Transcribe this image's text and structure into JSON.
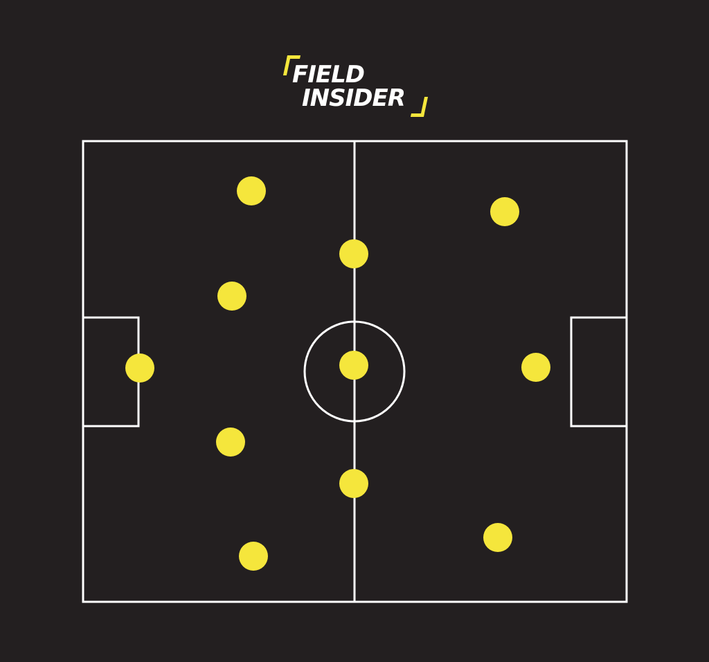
{
  "logo": {
    "line1": "FIELD",
    "line2": "INSIDER"
  },
  "colors": {
    "background": "#231f20",
    "pitch_lines": "#ffffff",
    "player_marker": "#f5e63c",
    "logo_accent": "#f5e63c"
  },
  "players": [
    {
      "id": "left-goalkeeper"
    },
    {
      "id": "left-defender-1"
    },
    {
      "id": "left-defender-2"
    },
    {
      "id": "left-defender-3"
    },
    {
      "id": "left-defender-4"
    },
    {
      "id": "center-forward-top"
    },
    {
      "id": "center-forward-middle"
    },
    {
      "id": "center-forward-bottom"
    },
    {
      "id": "right-player-top"
    },
    {
      "id": "right-goalkeeper"
    },
    {
      "id": "right-player-bottom"
    }
  ]
}
